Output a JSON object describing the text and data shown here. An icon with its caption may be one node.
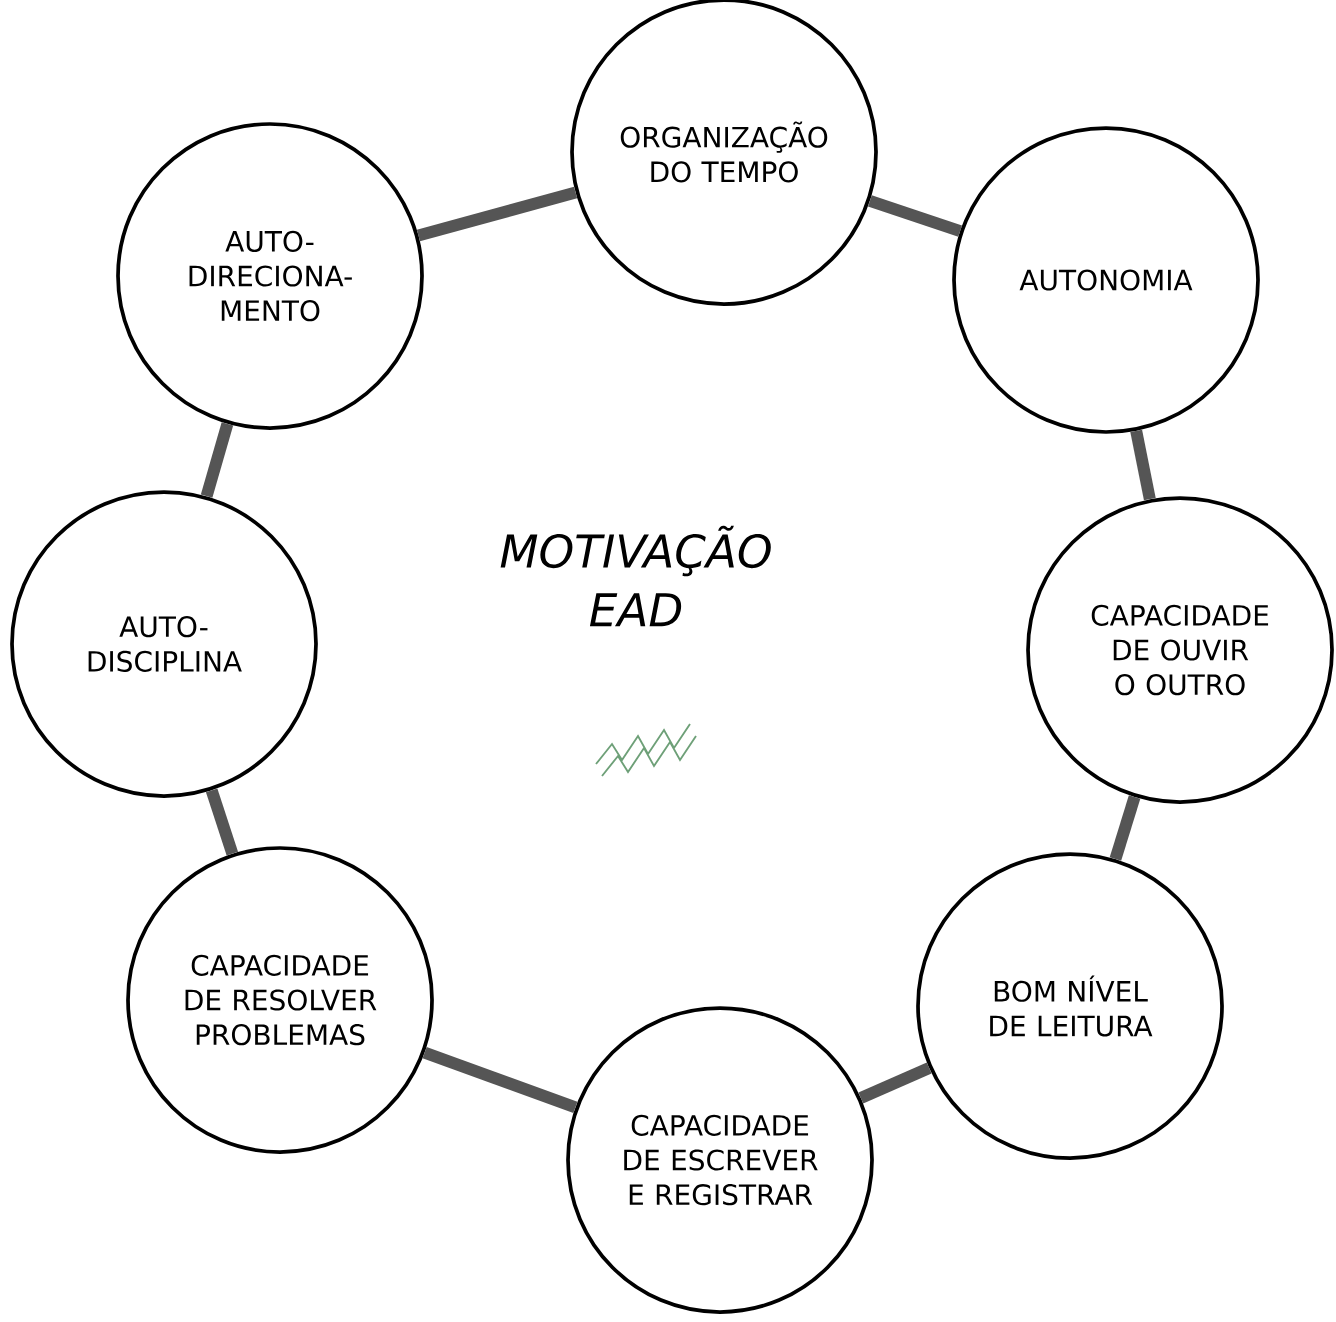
{
  "diagram": {
    "nodes": [
      {
        "text": [
          "ORGANIZAÇÃO DO TEMPO"
        ]
      },
      {
        "text": [
          "AUTONOMIA"
        ]
      },
      {
        "text": [
          "CAPACIDADE DE OUVIR O OUTRO"
        ]
      },
      {
        "text": [
          "BOM NÍVEL DE LEITURA"
        ]
      },
      {
        "text": [
          "CAPACIDADE DE ESCREVER E REGISTRAR"
        ]
      },
      {
        "text": [
          "CAPACIDADE DE RESOLVER PROBLEMAS"
        ]
      },
      {
        "text": [
          "AUTO- DISCIPLINA"
        ]
      },
      {
        "text": [
          "AUTO- DIRECIONA- MENTO"
        ]
      }
    ],
    "edges": [
      {
        "from": 0,
        "to": 1,
        "arrow": "none"
      },
      {
        "from": 1,
        "to": 2,
        "arrow": "none"
      },
      {
        "from": 2,
        "to": 3,
        "arrow": "none"
      },
      {
        "from": 3,
        "to": 4,
        "arrow": "none"
      },
      {
        "from": 4,
        "to": 5,
        "arrow": "none"
      },
      {
        "from": 5,
        "to": 6,
        "arrow": "none"
      },
      {
        "from": 6,
        "to": 7,
        "arrow": "none"
      },
      {
        "from": 7,
        "to": 0,
        "arrow": "none"
      }
    ],
    "labels": [
      "MOTIVAÇÃO EAD"
    ]
  }
}
